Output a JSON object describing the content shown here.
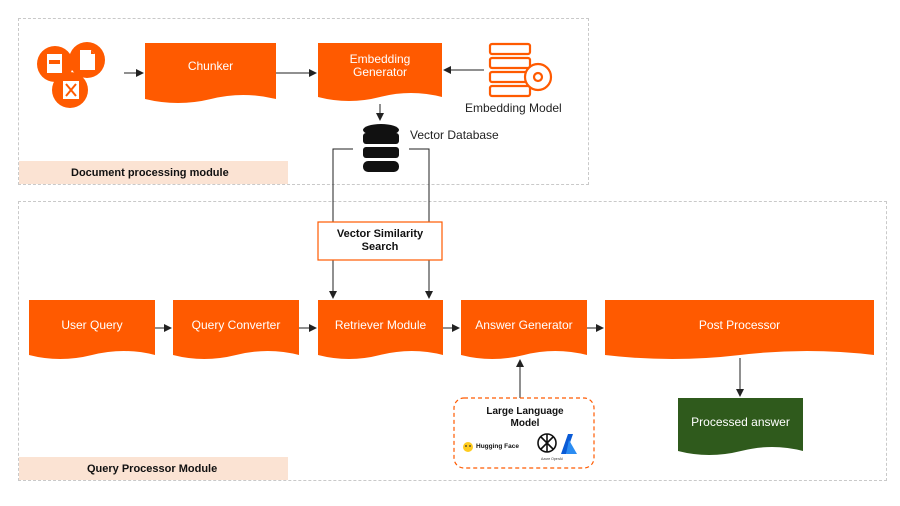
{
  "colors": {
    "orange": "#ff5a00",
    "green": "#2f5a1c",
    "cream": "#fbe3d3",
    "dashed": "#c9c9c9"
  },
  "document_module": {
    "label": "Document processing module",
    "chunker": "Chunker",
    "embedding_generator": "Embedding Generator",
    "embedding_model": "Embedding Model",
    "vector_database": "Vector Database",
    "file_icons": [
      "pdf-file-icon",
      "document-file-icon",
      "excel-file-icon"
    ]
  },
  "query_module": {
    "label": "Query Processor Module",
    "vector_similarity_search": "Vector Similarity Search",
    "user_query": "User Query",
    "query_converter": "Query Converter",
    "retriever_module": "Retriever Module",
    "answer_generator": "Answer Generator",
    "post_processor": "Post Processor",
    "processed_answer": "Processed answer",
    "llm": {
      "title": "Large Language Model",
      "hugging_face": "Hugging Face",
      "azure_openai": "Azure OpenAI"
    }
  }
}
